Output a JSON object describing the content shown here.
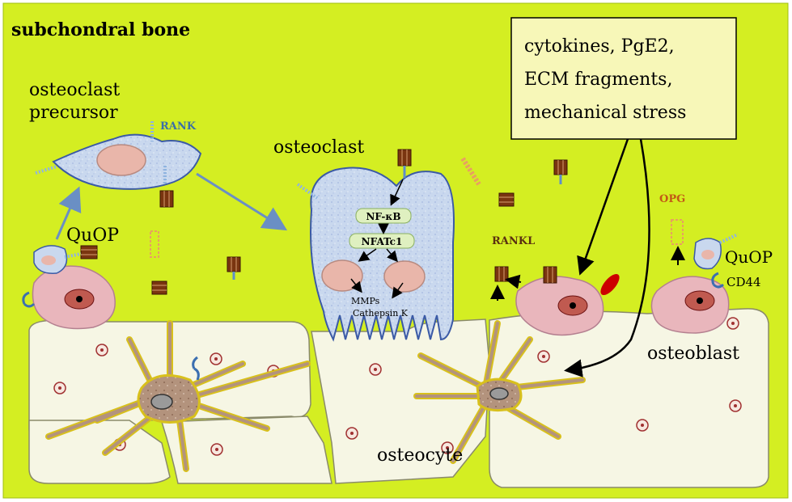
{
  "title": "subchondral bone",
  "stimuli_box": {
    "lines": [
      "cytokines, PgE2,",
      "ECM fragments,",
      "mechanical stress"
    ]
  },
  "labels": {
    "osteoclast_precursor_line1": "osteoclast",
    "osteoclast_precursor_line2": "precursor",
    "rank": "RANK",
    "osteoclast": "osteoclast",
    "nfkb": "NF-κB",
    "nfatc1": "NFATc1",
    "mmps": "MMPs",
    "cathepsin_k": "Cathepsin K",
    "quop_left": "QuOP",
    "quop_right": "QuOP",
    "rankl": "RANKL",
    "opg": "OPG",
    "cd44": "CD44",
    "osteoblast": "osteoblast",
    "osteocyte": "osteocyte"
  },
  "colors": {
    "background": "#d4ee22",
    "bone_matrix": "#f6f6e4",
    "box_fill": "#f7f7b8",
    "precursor_cell": "#c9d8ee",
    "nucleus": "#e9b6aa",
    "osteoblast_cell": "#e9b6bc",
    "osteocyte_body": "#b89682",
    "arrow_blue": "#6a8fc4",
    "rankl_brown": "#7a3510",
    "ecm_red": "#cc0000"
  }
}
